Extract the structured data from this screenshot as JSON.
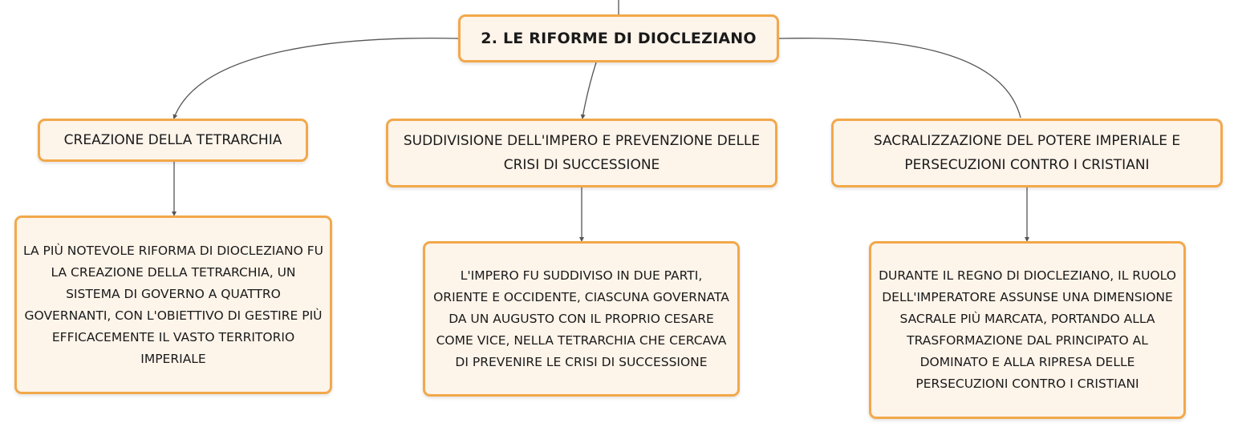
{
  "root": {
    "title": "2. LE RIFORME DI DIOCLEZIANO"
  },
  "branches": [
    {
      "topic": "CREAZIONE DELLA TETRARCHIA",
      "detail": "LA PIÙ NOTEVOLE RIFORMA DI DIOCLEZIANO FU LA CREAZIONE DELLA TETRARCHIA, UN SISTEMA DI GOVERNO A QUATTRO GOVERNANTI, CON L'OBIETTIVO DI GESTIRE PIÙ EFFICACEMENTE IL VASTO TERRITORIO IMPERIALE"
    },
    {
      "topic": "SUDDIVISIONE DELL'IMPERO E PREVENZIONE DELLE CRISI DI SUCCESSIONE",
      "detail": "L'IMPERO FU SUDDIVISO IN DUE PARTI, ORIENTE E OCCIDENTE, CIASCUNA GOVERNATA DA UN AUGUSTO CON IL PROPRIO CESARE COME VICE, NELLA TETRARCHIA CHE CERCAVA DI PREVENIRE LE CRISI DI SUCCESSIONE"
    },
    {
      "topic": "SACRALIZZAZIONE DEL POTERE IMPERIALE E PERSECUZIONI CONTRO I CRISTIANI",
      "detail": "DURANTE IL REGNO DI DIOCLEZIANO, IL RUOLO DELL'IMPERATORE ASSUNSE UNA DIMENSIONE SACRALE PIÙ MARCATA, PORTANDO ALLA TRASFORMAZIONE DAL PRINCIPATO AL DOMINATO E ALLA RIPRESA DELLE PERSECUZIONI CONTRO I CRISTIANI"
    }
  ],
  "colors": {
    "node_fill": "#fdf4ea",
    "node_border": "#f2a84a",
    "connector": "#555555"
  }
}
